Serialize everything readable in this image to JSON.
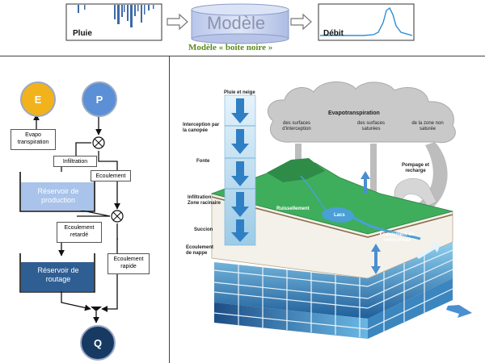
{
  "top": {
    "input_label": "Pluie",
    "model_label": "Modèle",
    "output_label": "Débit",
    "caption": "Modèle « boite noire »"
  },
  "left": {
    "E": "E",
    "P": "P",
    "Q": "Q",
    "evapo": "Evapo transpiration",
    "infiltration": "Infiltration",
    "ecoulement": "Ecoulement",
    "res_production": "Réservoir de production",
    "ecoulement_retarde": "Ecoulement retardé",
    "res_routage": "Réservoir de routage",
    "ecoulement_rapide": "Ecoulement rapide"
  },
  "right": {
    "pluie_neige": "Pluie et neige",
    "interception": "Interception par la canopée",
    "fonte": "Fonte",
    "infiltration_zone": "Infiltration Zone racinaire",
    "succion": "Succion",
    "ecoulement_nappe": "Ecoulement de nappe",
    "evapotranspiration": "Evapotranspiration",
    "des_surfaces_interception": "des surfaces d'interception",
    "des_surfaces_saturees": "des surfaces saturées",
    "zone_non_saturee": "de la zone non saturée",
    "pompage": "Pompage et recharge",
    "ruissellement": "Ruissellement",
    "lacs": "Lacs",
    "ecoulement_cours": "Ecoulement en cours d'eau"
  },
  "colors": {
    "E_circle": "#f2b21b",
    "P_circle": "#5b8fd6",
    "Q_circle": "#173a63",
    "res_production": "#a9c3ea",
    "res_routage": "#2f5e93",
    "model_drum": "#c9d3ee",
    "green_text": "#5a8a1e",
    "terrain": "#3fae5c"
  }
}
